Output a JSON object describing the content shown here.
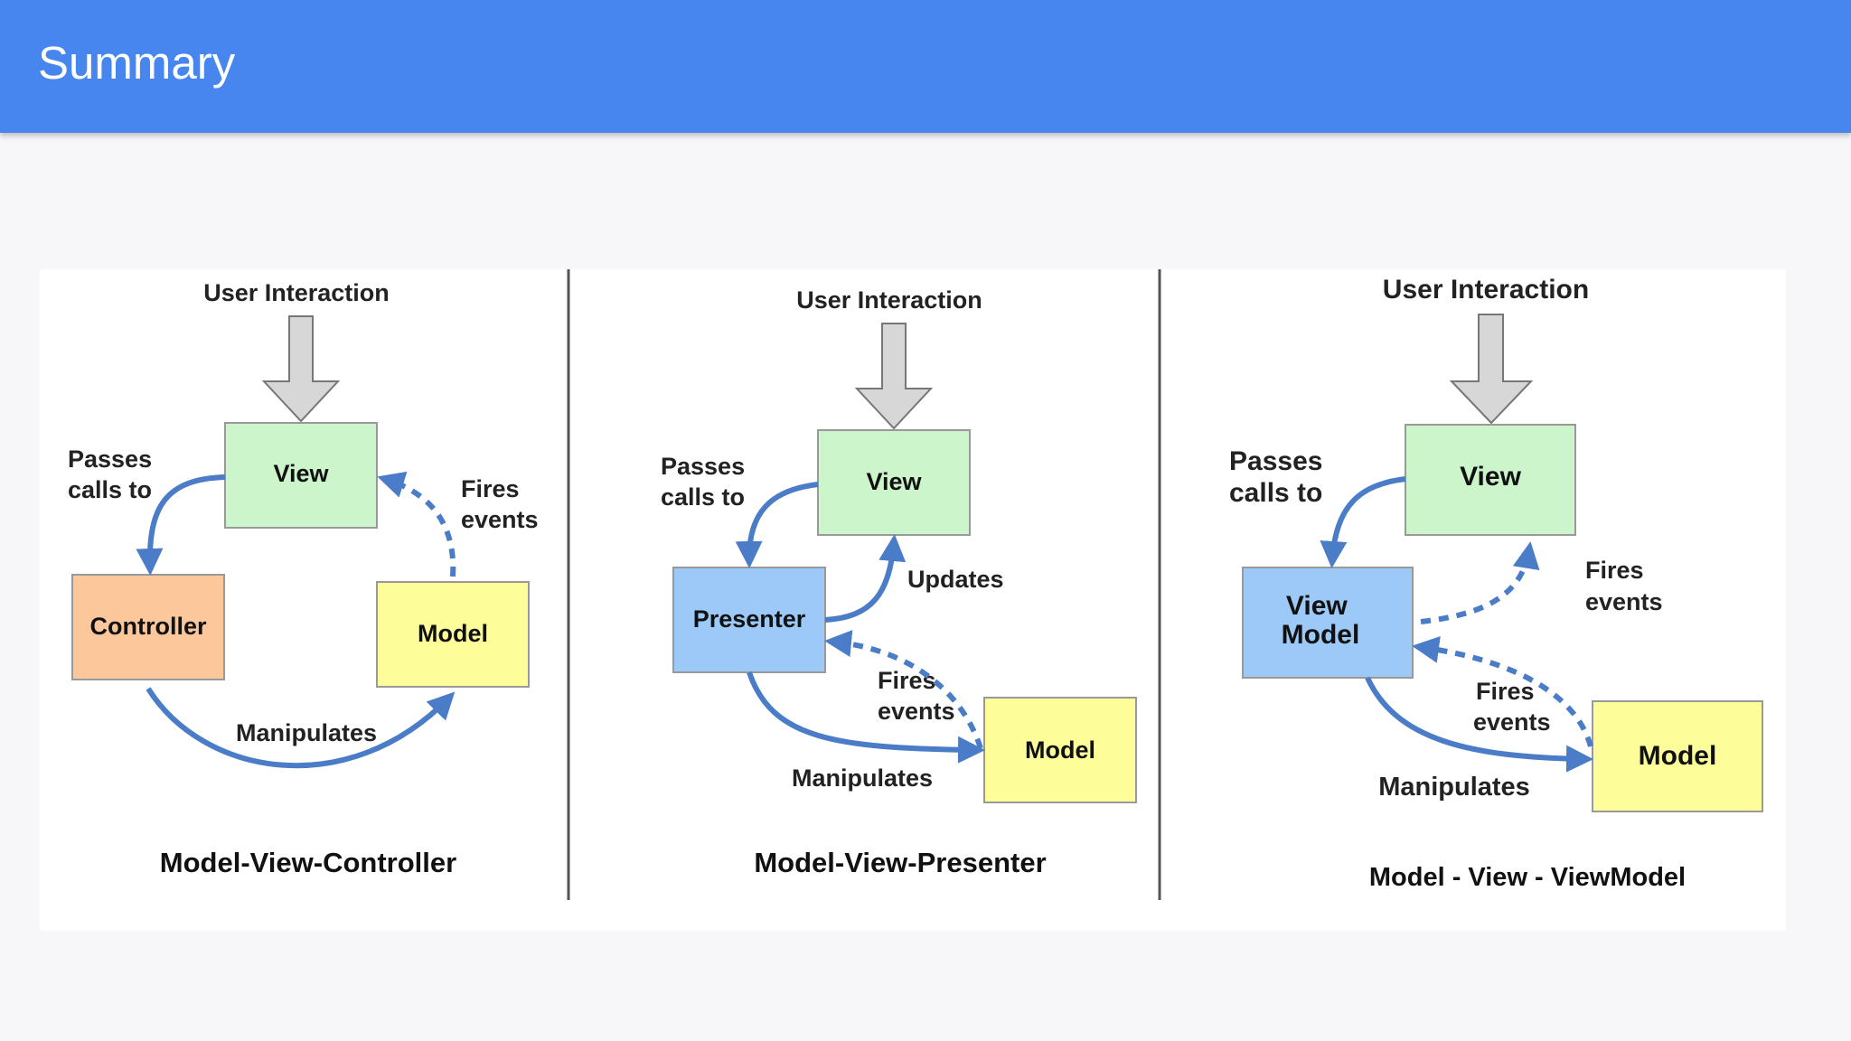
{
  "header": {
    "title": "Summary"
  },
  "colors": {
    "header_bg": "#4686ee",
    "view_box": "#ccf5cc",
    "controller_box": "#fbc79b",
    "model_box": "#fdfd9a",
    "presenter_box": "#9cc9f7",
    "arrow_blue": "#4a7cc7"
  },
  "mvc": {
    "user_interaction": "User Interaction",
    "view": "View",
    "controller": "Controller",
    "model": "Model",
    "passes_calls_to": [
      "Passes",
      "calls to"
    ],
    "fires_events": [
      "Fires",
      "events"
    ],
    "manipulates": "Manipulates",
    "caption": "Model-View-Controller"
  },
  "mvp": {
    "user_interaction": "User Interaction",
    "view": "View",
    "presenter": "Presenter",
    "model": "Model",
    "passes_calls_to": [
      "Passes",
      "calls to"
    ],
    "updates": "Updates",
    "fires_events": [
      "Fires",
      "events"
    ],
    "manipulates": "Manipulates",
    "caption": "Model-View-Presenter"
  },
  "mvvm": {
    "user_interaction": "User Interaction",
    "view": "View",
    "viewmodel": [
      "View",
      "Model"
    ],
    "model": "Model",
    "passes_calls_to": [
      "Passes",
      "calls to"
    ],
    "fires_events_upper": [
      "Fires",
      "events"
    ],
    "fires_events_lower": [
      "Fires",
      "events"
    ],
    "manipulates": "Manipulates",
    "caption": "Model - View - ViewModel"
  }
}
